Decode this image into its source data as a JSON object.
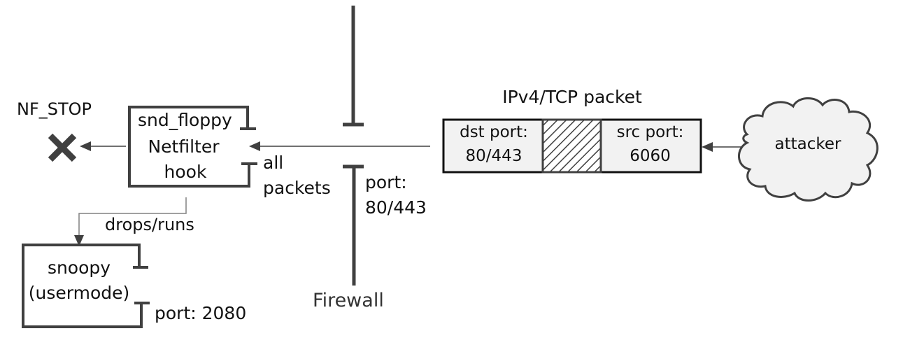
{
  "labels": {
    "nf_stop": "NF_STOP",
    "hook_line1": "snd_floppy",
    "hook_line2": "Netfilter",
    "hook_line3": "hook",
    "all_packets_line1": "all",
    "all_packets_line2": "packets",
    "drops_runs": "drops/runs",
    "snoopy_line1": "snoopy",
    "snoopy_line2": "(usermode)",
    "snoopy_port": "port: 2080",
    "firewall_port_line1": "port:",
    "firewall_port_line2": "80/443",
    "firewall": "Firewall",
    "packet_title": "IPv4/TCP packet",
    "dst_port_line1": "dst port:",
    "dst_port_line2": "80/443",
    "src_port_line1": "src port:",
    "src_port_line2": "6060",
    "attacker": "attacker"
  },
  "colors": {
    "stroke": "#404040",
    "packet_fill": "#f2f2f2",
    "cloud_fill": "#f2f2f2"
  }
}
